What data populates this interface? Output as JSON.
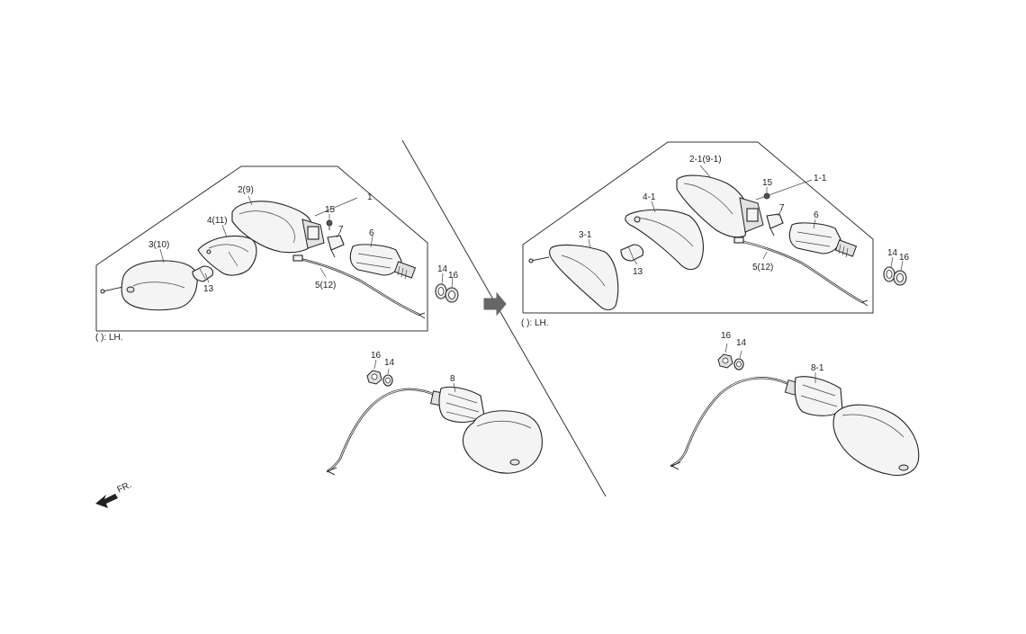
{
  "left_assembly": {
    "labels": {
      "p1": "1",
      "p2": "2(9)",
      "p3": "3(10)",
      "p4": "4(11)",
      "p5": "5(12)",
      "p6": "6",
      "p7": "7",
      "p8": "8",
      "p13": "13",
      "p14a": "14",
      "p16a": "16",
      "p14b": "14",
      "p16b": "16",
      "p15": "15"
    },
    "legend": "(   ): LH."
  },
  "right_assembly": {
    "labels": {
      "p1": "1-1",
      "p2": "2-1(9-1)",
      "p3": "3-1",
      "p4": "4-1",
      "p5": "5(12)",
      "p6": "6",
      "p7": "7",
      "p8": "8-1",
      "p13": "13",
      "p14a": "14",
      "p16a": "16",
      "p14b": "14",
      "p16b": "16",
      "p15": "15"
    },
    "legend": "(   ): LH."
  },
  "front_indicator": "FR."
}
